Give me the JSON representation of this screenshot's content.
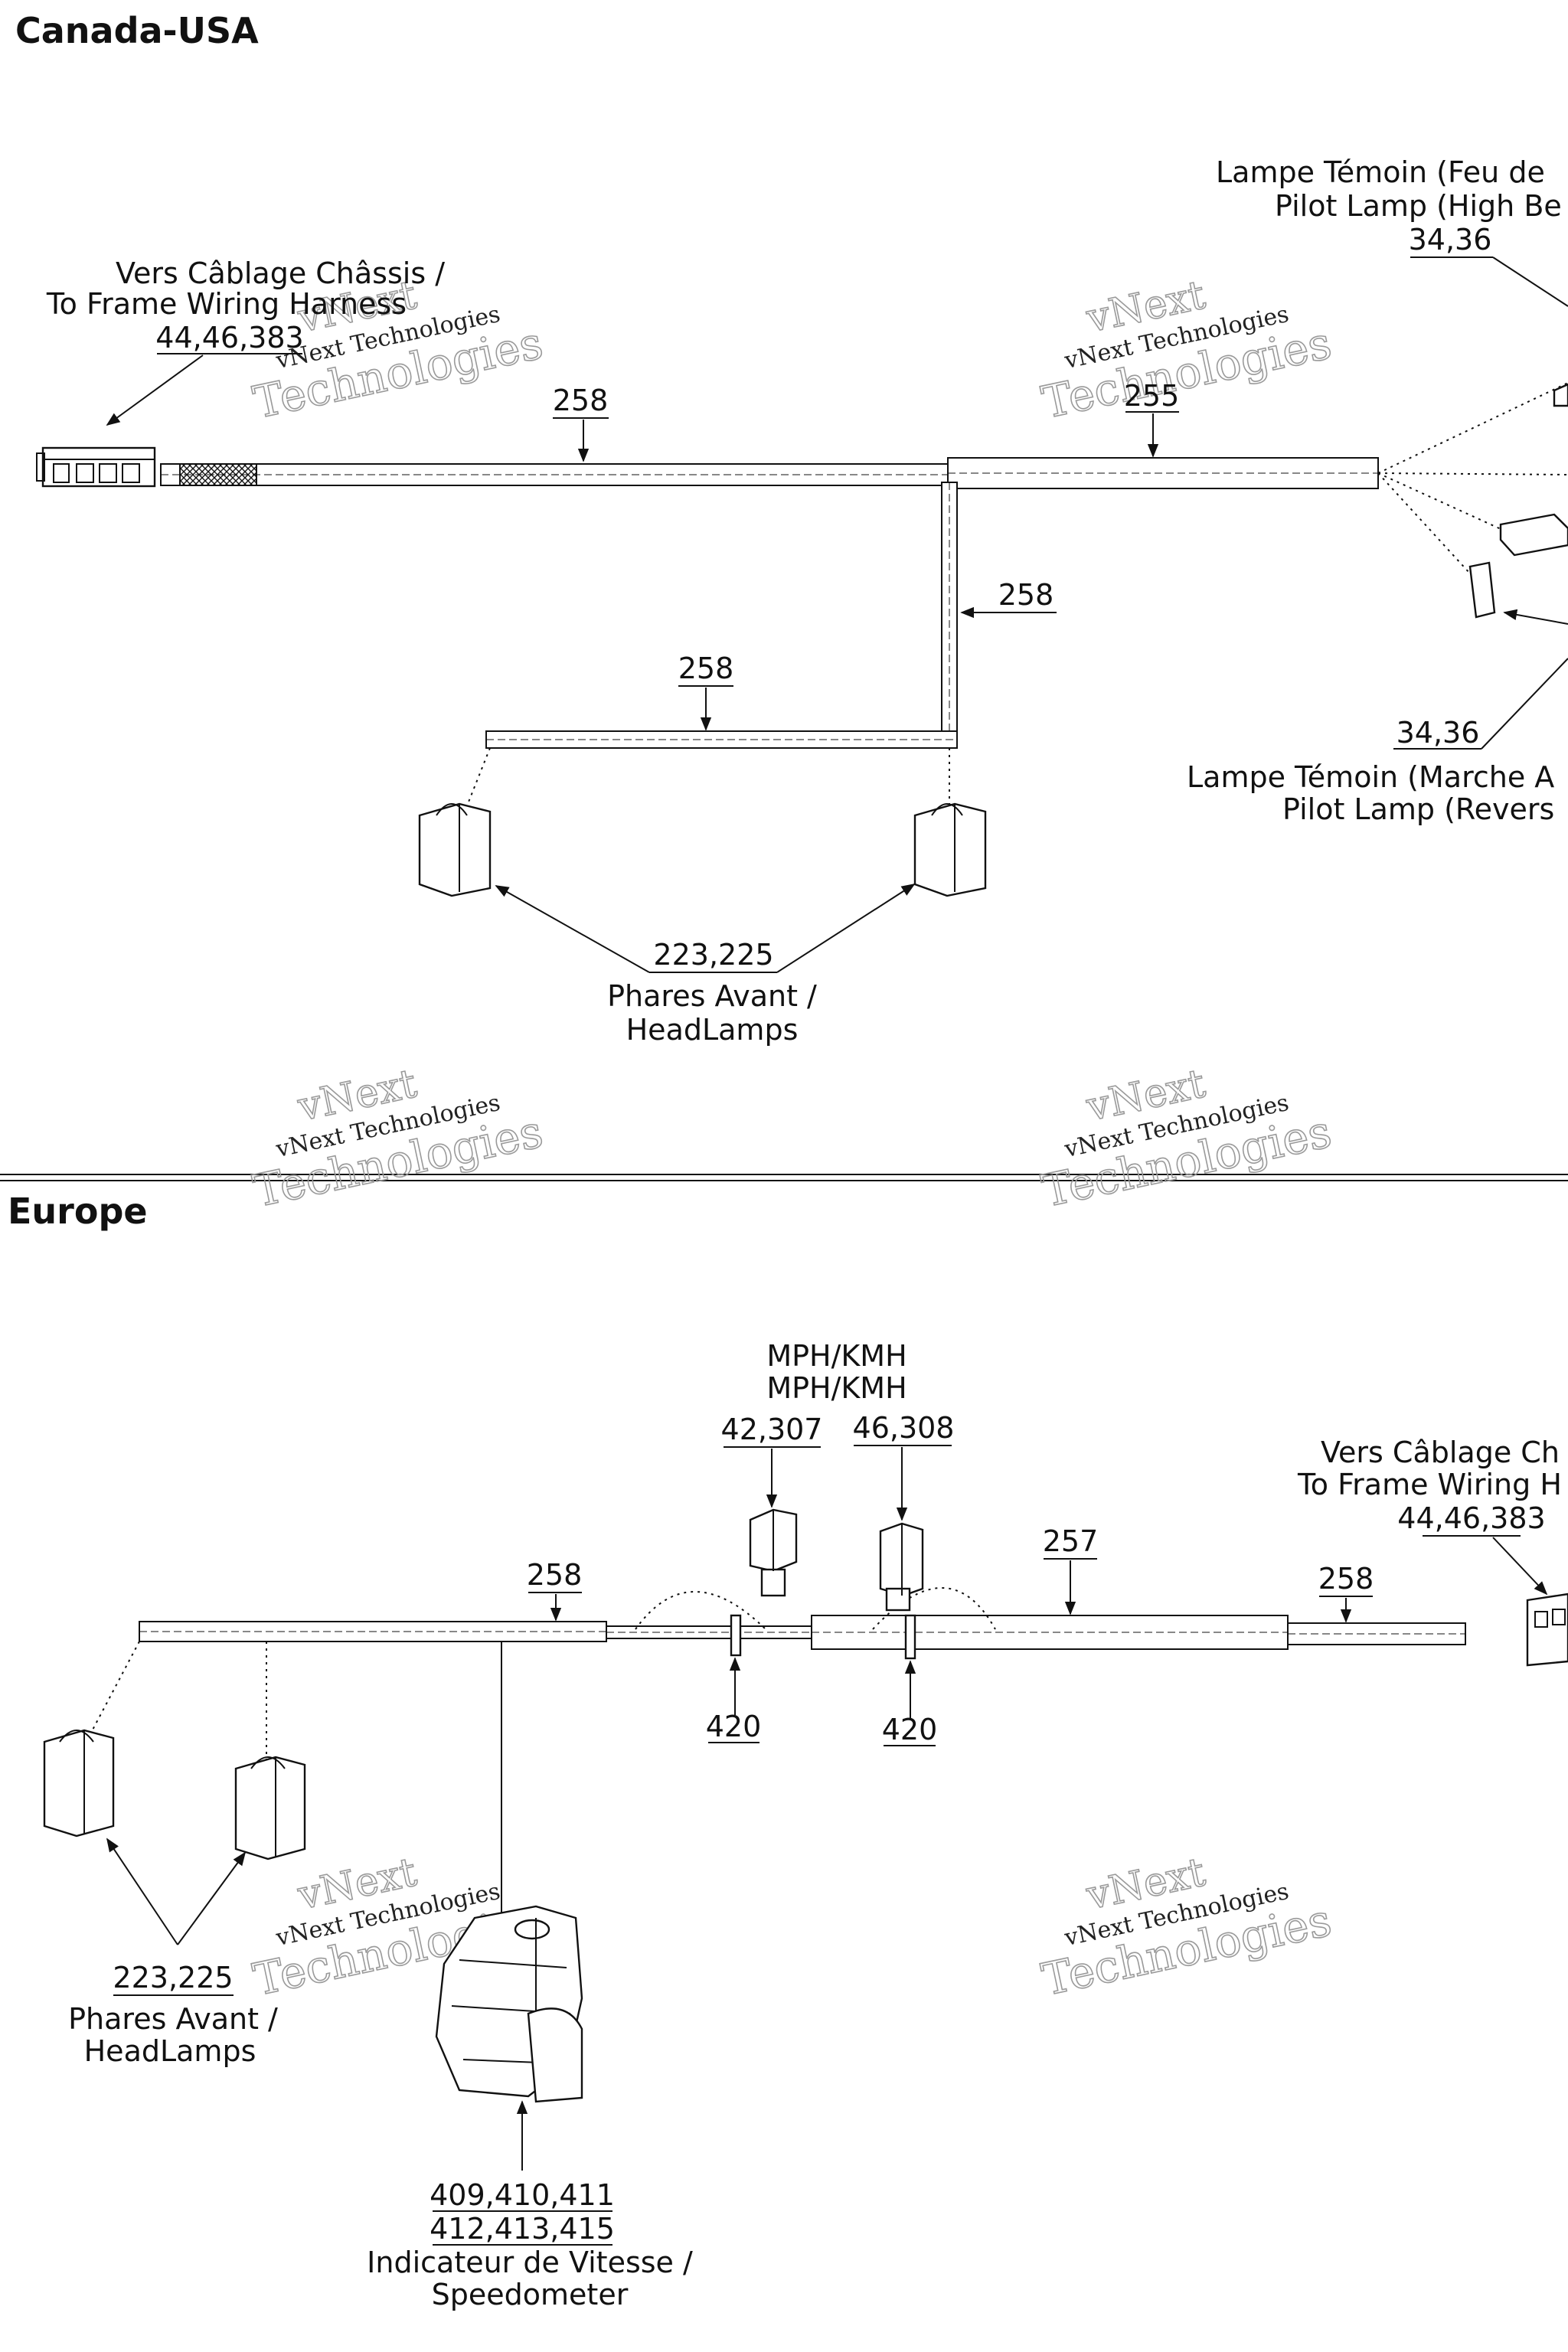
{
  "sections": {
    "canada": "Canada-USA",
    "europe": "Europe"
  },
  "watermark": {
    "line1": "vNext",
    "line2": "vNext Technologies",
    "line3": "Technologies"
  },
  "canada": {
    "frame_harness": {
      "fr": "Vers Câblage Châssis /",
      "en": "To Frame Wiring Harness",
      "ref": "44,46,383"
    },
    "pilot_high": {
      "fr": "Lampe Témoin (Feu de",
      "en": "Pilot Lamp (High Be",
      "ref": "34,36"
    },
    "pilot_reverse": {
      "fr": "Lampe Témoin (Marche A",
      "en": "Pilot Lamp (Revers",
      "ref": "34,36"
    },
    "wire_main": "258",
    "wire_right": "255",
    "wire_vertical": "258",
    "wire_branch": "258",
    "headlamps": {
      "ref": "223,225",
      "fr": "Phares Avant /",
      "en": "HeadLamps"
    }
  },
  "europe": {
    "mph": {
      "line1": "MPH/KMH",
      "line2": "MPH/KMH"
    },
    "sensor_a_ref": "42,307",
    "sensor_b_ref": "46,308",
    "frame_harness": {
      "fr": "Vers Câblage Ch",
      "en": "To Frame Wiring H",
      "ref": "44,46,383"
    },
    "wire_left": "258",
    "wire_mid": "257",
    "wire_right": "258",
    "clip_a": "420",
    "clip_b": "420",
    "headlamps": {
      "ref": "223,225",
      "fr": "Phares Avant /",
      "en": "HeadLamps"
    },
    "speedometer": {
      "ref1": "409,410,411",
      "ref2": "412,413,415",
      "fr": "Indicateur de Vitesse /",
      "en": "Speedometer"
    }
  }
}
